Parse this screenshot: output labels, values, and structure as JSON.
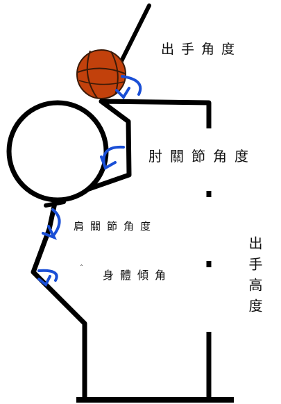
{
  "labels": {
    "release_angle": "出手角度",
    "elbow_angle": "肘關節角度",
    "shoulder_angle": "肩關節角度",
    "body_tilt_angle": "身體傾角",
    "release_height": "出手高度",
    "stray_mark": "ˆ"
  },
  "colors": {
    "limb": "#000000",
    "arrow": "#1a4fd6",
    "ball": "#c2410c",
    "ball_seam": "#3b1a08",
    "background": "#ffffff"
  },
  "icons": {
    "ball": "basketball-icon",
    "angle_arrow": "curved-arrow-icon"
  }
}
